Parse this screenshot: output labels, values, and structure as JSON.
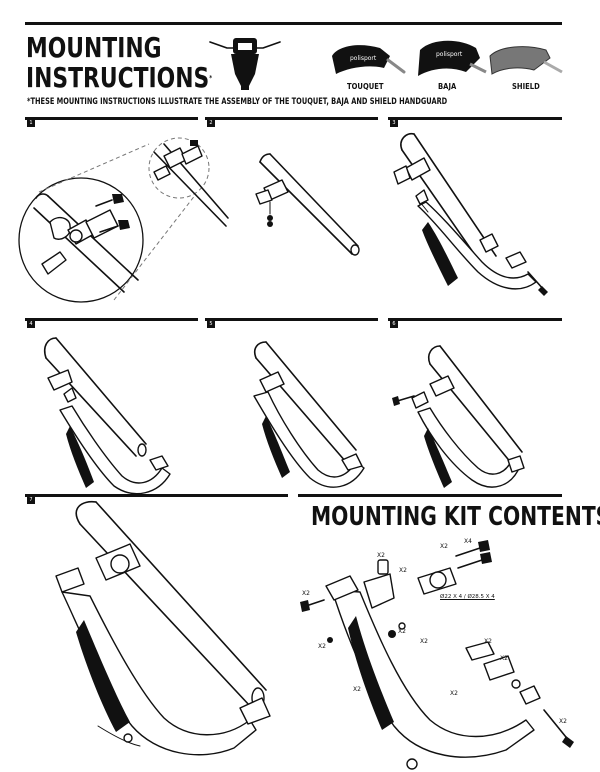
{
  "header": {
    "title_line1": "MOUNTING",
    "title_line2": "INSTRUCTIONS",
    "title_mark": "*",
    "note": "*THESE MOUNTING INSTRUCTIONS ILLUSTRATE THE ASSEMBLY OF THE TOUQUET, BAJA AND SHIELD HANDGUARD"
  },
  "handguards": [
    {
      "label": "TOUQUET",
      "icon": "touquet-handguard-icon"
    },
    {
      "label": "BAJA",
      "icon": "baja-handguard-icon"
    },
    {
      "label": "SHIELD",
      "icon": "shield-handguard-icon"
    }
  ],
  "steps": [
    "1",
    "2",
    "3",
    "4",
    "5",
    "6",
    "7"
  ],
  "kit": {
    "title": "MOUNTING KIT CONTENTS",
    "quantities": [
      "X2",
      "X4",
      "X2",
      "X2",
      "X2",
      "X2",
      "X2",
      "X2",
      "X2",
      "X2",
      "X2",
      "X2",
      "X2"
    ],
    "diameters": "Ø22 X 4 / Ø28.5 X 4"
  },
  "colors": {
    "ink": "#111111",
    "rule": "#111111",
    "background": "#ffffff"
  }
}
